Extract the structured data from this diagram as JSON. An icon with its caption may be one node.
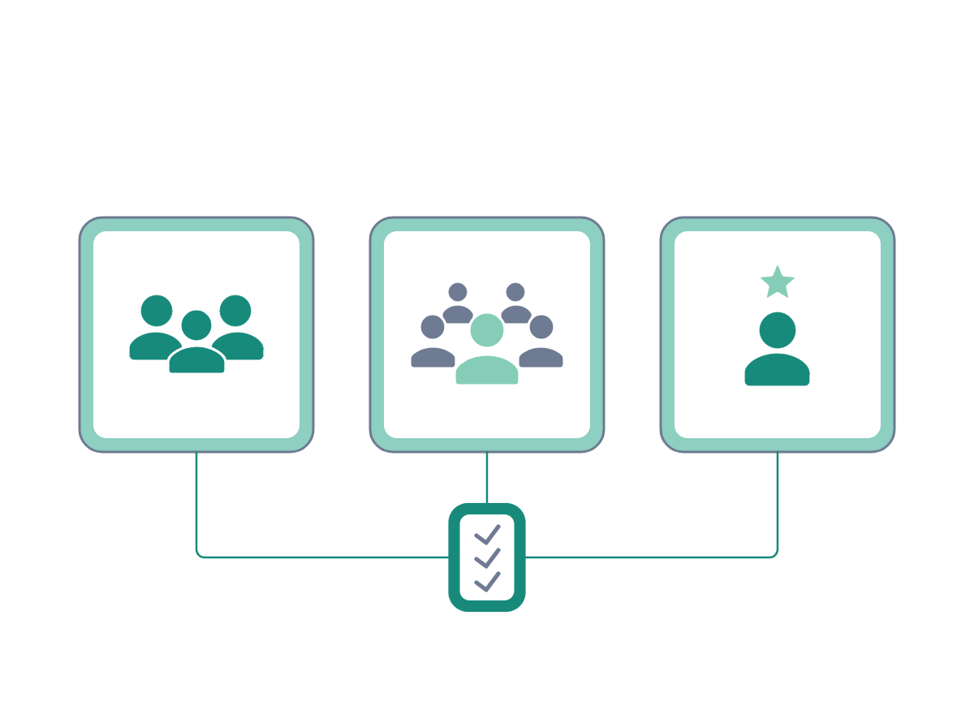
{
  "diagram": {
    "nodes": [
      {
        "text": [],
        "shape": "box"
      },
      {
        "text": [],
        "shape": "box"
      },
      {
        "text": [],
        "shape": "box"
      },
      {
        "text": [],
        "shape": "box"
      }
    ],
    "edges": [
      {
        "from": 0,
        "to": 3,
        "arrow": "none"
      },
      {
        "from": 1,
        "to": 3,
        "arrow": "none"
      },
      {
        "from": 2,
        "to": 3,
        "arrow": "none"
      }
    ]
  }
}
